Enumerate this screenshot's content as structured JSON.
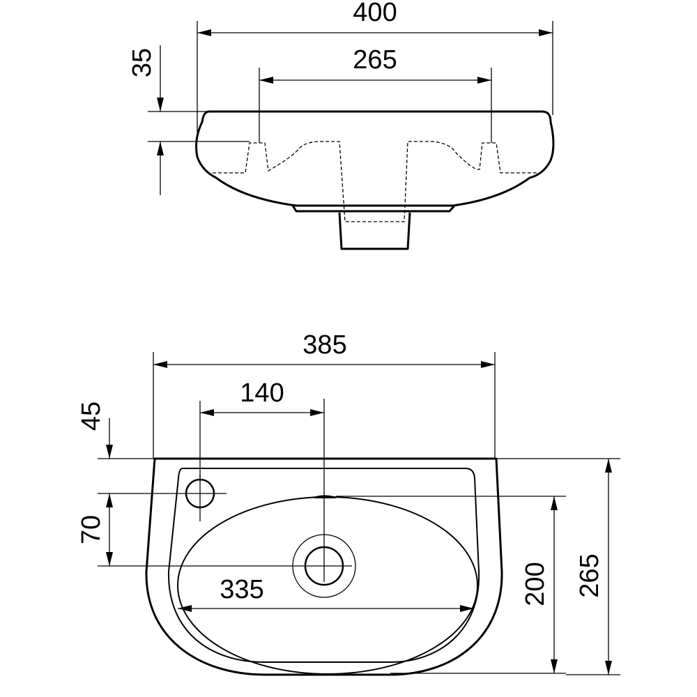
{
  "top_view": {
    "overall_width": "400",
    "tap_hole_spacing": "265",
    "rim_depth": "35"
  },
  "front_view": {
    "overall_width": "385",
    "tap_hole_offset": "140",
    "rim_to_tap_hole": "45",
    "tap_hole_to_drain": "70",
    "bowl_width": "335",
    "bowl_depth": "200",
    "overall_depth": "265"
  },
  "colors": {
    "line": "#000000",
    "background": "#ffffff"
  }
}
